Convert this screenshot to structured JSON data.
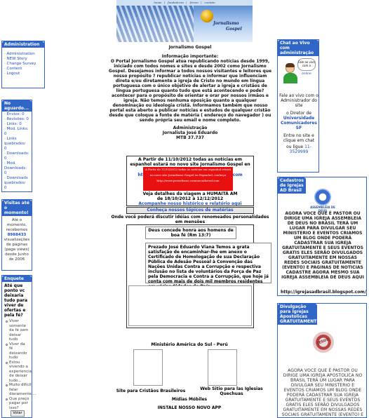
{
  "header": {
    "nav": [
      "home",
      "fundadores",
      "fórum",
      "contato"
    ],
    "brand_line1": "Jornalismo",
    "brand_line2": "Gospel"
  },
  "admin": {
    "title": "Administration",
    "items": [
      "Administration",
      "NEW Story",
      "Change Survey",
      "Content",
      "Logout"
    ]
  },
  "waiting": {
    "title": "No aguardo...",
    "items": [
      "Envios: 0",
      "Revisões: 0",
      "Links: 0",
      "Mod. Links: 0",
      "Links quebrados: 0",
      "Downloads: 0",
      "Mod. Downloads: 0",
      "Downloads quebrados: 0"
    ]
  },
  "visits": {
    "title": "Visitas até o momento!",
    "lines": [
      "Até o",
      "momento,",
      "recebemos",
      "visualizações",
      "de páginas",
      "(page views)",
      "desde Junho",
      "de 2006"
    ],
    "count": "8988433"
  },
  "poll": {
    "title": "Enquete",
    "question": "Até que ponto vc deixaria tudo para viver de ofertas e pela fé?",
    "options": [
      "Viver somente da fé sem deixar tudo",
      "Viver da fé deixando tudo",
      "Estou vivendo a experiencia de deixar tudo...",
      "Muito difícil falar diaramente....",
      "Que preço pagar por isso?"
    ],
    "vote_label": "Votar"
  },
  "center": {
    "site_title": "Jornalismo Gospel",
    "notice_title": "Informação importante:",
    "notice_body": "O Portal Jornalismo Gospel atua republicando notícias desde 1999, iniciado com todos nomes e sites e desde 2002 como Jornalismo Gospel. Desejamos informar a todos nossos visitantes e leitores que nosso propósito ? republicar notícias e informar que influenciam direta e/ou diretamente a igreja de Cristo no mundo em língua portuguesa com o único objetivo de alertar a igreja e cristãos de língua portuguesa quanto tudo que está acontecendo e pode? acontecer para o propósito de orientar e orar por nossos irmãos e igreja. Não temos nenhuma oposição quanto a qualquer denominação ou ideologia cristã. Informamos também que nosso portal esta aberto a publicar notícias e estudos de qualquer cristão desde que coloque a fonte de matéria ( endereço do navegador ) ou sendo própria seu email e nome completo.",
    "admin_label": "Administração",
    "journalist": "Jornalista José Eduardo",
    "mtb": "MTB 37.737",
    "spanish_notice": "A Partir de 11/10/2012 todas as notícias em espanhol estará no novo site Jornalismo Gospel en Espanhol, conheça",
    "spanish_url": "http://www.periodismo.comunicadoresf.com",
    "red_line1": "A Partir de 11/10/2012 todas as notícias em espanhol estará",
    "red_line2": "no novo site Jornalismo Gospel en Espanhol, conheça",
    "red_line3": "http://www.periodismo.comunicadoresf.com",
    "trip_line1": "Veja detalhes da viagem a HUMAITÁ AM",
    "trip_line2": "de 18/10/2012 à 12/12/2012",
    "trip_link": "Acompanhe nosso histórico e relatório aqui",
    "topics_link": "Conheça nossos tópicos de matérias",
    "personalities": "Onde você poderá discutir idéias com renomeados personalidades em mensões",
    "honor_title": "Deus concede honra aos homens de boa fé (Rm 13:7)",
    "letter": "Prezado José Eduardo Viana Temos a grata satisfação de encaminhar-lhe em anexo o Certificado de Homologação de sua Declaração Pública de Adesão Pessoal à Convenção das Nações Unidas Contra a Corrupção e respectiva inclusão no lista de voluntários da Força de Paz pela Democracia e Contra a Corrupção, que hoje já conta com mais de dois mil membros residentes em várias Cidades do País.",
    "ministry": "Ministério América do Sul - Perú",
    "caption_left": "Site para Cristãos Brasileiros",
    "caption_right": "Web Sitio para las Iglesias Quechuas",
    "mobile": "Mídias Móbiles",
    "install": "INSTALE NOSSO NOVO APP"
  },
  "chat": {
    "title": "Chat ao Vivo com administração",
    "bubble": "Fale ao vivo com o",
    "online": "online",
    "text1": "Fale ao vivo com o Administrador do site",
    "director": "o Diretor de",
    "school": "Universidade Comunicadores SF",
    "text2": "Entre no site e clique em chat",
    "login": "ou ligue",
    "phone": "11-3529999"
  },
  "ad1": {
    "title": "Cadastros de Igrejas AD Brasil",
    "logo_text": "ASSEMBLÉIA DE DEUS",
    "text": "AGORA VOCE QUE É PASTOR OU DIRIGE UMA IGREJA ASSEMBLEIA DE DEUS NO BRASIL TERÁ UM LUGAR PARA DIVULGAR SEU MINISTERIO E EVENTOS CRIAMOS UM BLOG ONDE PODERÁ CADASTRAR SUA IGREJA GRATUITAMENTE E SEUS EVENTOS GRATIS ELES SERÃO DIVULGADOS GRATUITAMENTE EM NOSSAS REDES SOCIAIS GRATUITAMENTE (EVENTO) E PAGINAS DE NOTICIAS CADASTRE AGORA MESMO SUA IGREJA ASSEMBLEIA DE DEUS AQUI",
    "url": "http://igrejasadbrasil.blogspot.com/"
  },
  "ad2": {
    "title": "Divulgação para Igrejas Apostolicas GRATUITAMENTE",
    "seal_text": "JESUS",
    "text": "AGORA VOCE QUE É PASTOR OU DIRIGE UMA IGREJA APOSTOLICA NO BRASIL TERÁ UM LUGAR PARA DIVULGAR SEU MINISTERIO E EVENTOS CRIAMOS UM BLOG ONDE PODERÁ CADASTRAR SUA IGREJA GRATUITAMENTE E SEUS EVENTOS GRATIS ELES SERÃO DIVULGADOS GRATUITAMENTE EM NOSSAS REDES SOCIAIS GRATUITAMENTE (EVENTO) E"
  }
}
